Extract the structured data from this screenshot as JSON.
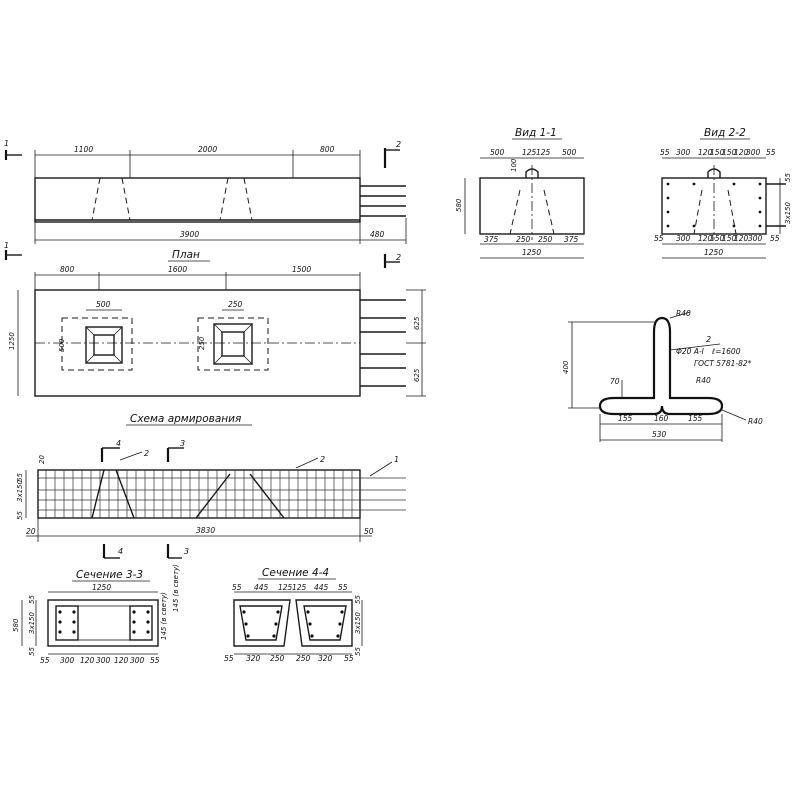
{
  "drawing": {
    "facade": {
      "dims_top": [
        "1100",
        "2000",
        "800"
      ],
      "dim_bottom": "3900",
      "dim_right": "480",
      "cut_marks": [
        "1",
        "1",
        "2"
      ]
    },
    "plan": {
      "title": "План",
      "dims_top": [
        "800",
        "1600",
        "1500"
      ],
      "dim_left": "1250",
      "dims_right": [
        "625",
        "625"
      ],
      "socket1_w": "500",
      "socket1_h": "500",
      "socket2_w": "250",
      "socket2_h": "250",
      "cut_mark": "2"
    },
    "view11": {
      "title": "Вид 1-1",
      "dims_top": [
        "500",
        "125",
        "125",
        "500"
      ],
      "dim_left": "580",
      "dim_small": "100",
      "dims_bottom": [
        "375",
        "250",
        "250",
        "375"
      ],
      "dim_total": "1250"
    },
    "view22": {
      "title": "Вид 2-2",
      "dims_top": [
        "55",
        "300",
        "120",
        "150",
        "150",
        "120",
        "300",
        "55"
      ],
      "dim_right": "3x150",
      "dim_right2": "55",
      "dims_bottom": [
        "55",
        "300",
        "120",
        "150",
        "150",
        "120",
        "300",
        "55"
      ],
      "dim_total": "1250"
    },
    "rebar_detail": {
      "radius_top": "R40",
      "dim_height": "400",
      "note_mark": "2",
      "note_line1": "Φ20 А-I",
      "note_line2": "ℓ=1600",
      "note_line3": "ГОСТ 5781-82*",
      "dim_hook": "70",
      "radius_mid": "R40",
      "radius_right": "R40",
      "dims_bottom": [
        "155",
        "160",
        "155"
      ],
      "dim_total": "530"
    },
    "reinforcement": {
      "title": "Схема армирования",
      "marks": [
        "4",
        "2",
        "3",
        "2",
        "1"
      ],
      "dims_left": [
        "55",
        "3x150",
        "55"
      ],
      "dim_corner": "20",
      "dim_total": "3830",
      "dim_right": "50",
      "cut_marks": [
        "4",
        "3"
      ]
    },
    "section33": {
      "title": "Сечение 3-3",
      "dim_top": "1250",
      "dim_left": "580",
      "dims_left_small": [
        "3x150",
        "55",
        "55"
      ],
      "dims_right_vert": [
        "145 (в свету)",
        "145 (в свету)"
      ],
      "dims_bottom": [
        "55",
        "300",
        "120",
        "300",
        "120",
        "300",
        "55"
      ]
    },
    "section44": {
      "title": "Сечение 4-4",
      "dims_top": [
        "55",
        "445",
        "125",
        "125",
        "445",
        "55"
      ],
      "dims_right": [
        "55",
        "3x150",
        "55"
      ],
      "dims_bottom": [
        "55",
        "320",
        "250",
        "250",
        "320",
        "55"
      ]
    }
  }
}
